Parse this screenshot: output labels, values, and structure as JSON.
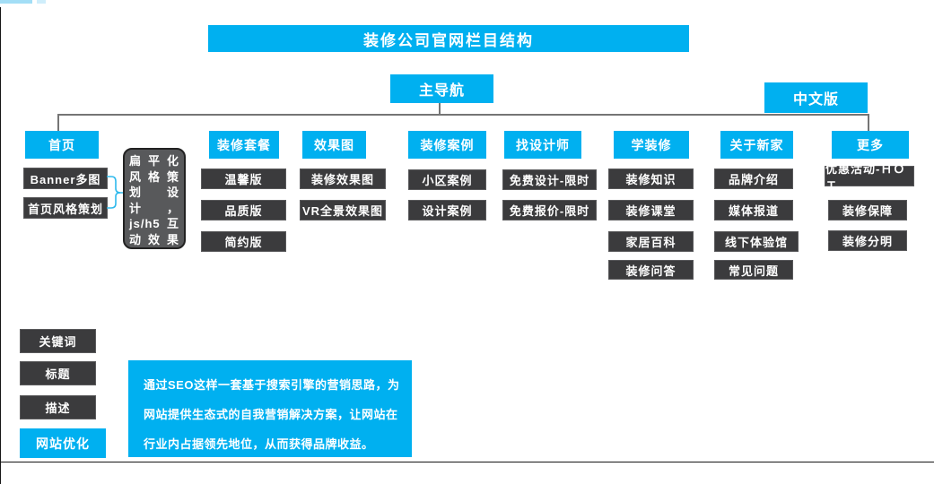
{
  "page": {
    "title": "装修公司官网栏目结构"
  },
  "nav": {
    "main_label": "主导航",
    "lang_label": "中文版"
  },
  "columns": [
    {
      "header": "首页",
      "items": [
        "Banner多图",
        "首页风格策划"
      ]
    },
    {
      "header": "装修套餐",
      "items": [
        "温馨版",
        "品质版",
        "简约版"
      ]
    },
    {
      "header": "效果图",
      "items": [
        "装修效果图",
        "VR全景效果图"
      ]
    },
    {
      "header": "装修案例",
      "items": [
        "小区案例",
        "设计案例"
      ]
    },
    {
      "header": "找设计师",
      "items": [
        "免费设计-限时",
        "免费报价-限时"
      ]
    },
    {
      "header": "学装修",
      "items": [
        "装修知识",
        "装修课堂",
        "家居百科",
        "装修问答"
      ]
    },
    {
      "header": "关于新家",
      "items": [
        "品牌介绍",
        "媒体报道",
        "线下体验馆",
        "常见问题"
      ]
    },
    {
      "header": "更多",
      "items": [
        "优惠活动-ＨＯＴ",
        "装修保障",
        "装修分明"
      ]
    }
  ],
  "style_note": {
    "lines": [
      "扁平化",
      "风格策",
      "划　设",
      "计　，",
      "js/h5互",
      "动效果"
    ]
  },
  "seo_panel": {
    "labels": [
      "关键词",
      "标题",
      "描述"
    ],
    "highlight_label": "网站优化",
    "description": "通过SEO这样一套基于搜索引擎的营销思路，为网站提供生态式的自我营销解决方案，让网站在行业内占据领先地位，从而获得品牌收益。"
  },
  "colors": {
    "accent": "#00B0F0",
    "dark_box": "#3B3B3D",
    "gray_box": "#58595B",
    "connector": "#757575",
    "brace": "#2FB9EC"
  }
}
